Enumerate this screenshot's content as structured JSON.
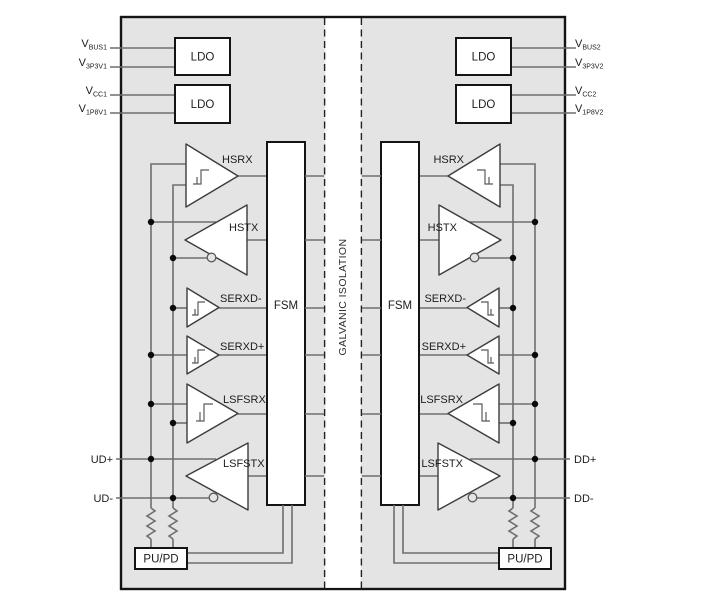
{
  "chip": {
    "isolation_label": "GALVANIC ISOLATION",
    "colors": {
      "chip_fill": "#e4e4e4",
      "wire": "#6e6e6e",
      "outline": "#141414",
      "box_fill": "#ffffff"
    },
    "left": {
      "pins": [
        {
          "main": "V",
          "sub": "BUS1"
        },
        {
          "main": "V",
          "sub": "3P3V1"
        },
        {
          "main": "V",
          "sub": "CC1"
        },
        {
          "main": "V",
          "sub": "1P8V1"
        },
        {
          "label": "UD+"
        },
        {
          "label": "UD-"
        }
      ],
      "ldo1": "LDO",
      "ldo2": "LDO",
      "fsm": "FSM",
      "pupd": "PU/PD",
      "buffers": {
        "hsrx": "HSRX",
        "hstx": "HSTX",
        "serxdm": "SERXD-",
        "serxdp": "SERXD+",
        "lsfsrx": "LSFSRX",
        "lsfstx": "LSFSTX"
      }
    },
    "right": {
      "pins": [
        {
          "main": "V",
          "sub": "BUS2"
        },
        {
          "main": "V",
          "sub": "3P3V2"
        },
        {
          "main": "V",
          "sub": "CC2"
        },
        {
          "main": "V",
          "sub": "1P8V2"
        },
        {
          "label": "DD+"
        },
        {
          "label": "DD-"
        }
      ],
      "ldo1": "LDO",
      "ldo2": "LDO",
      "fsm": "FSM",
      "pupd": "PU/PD",
      "buffers": {
        "hsrx": "HSRX",
        "hstx": "HSTX",
        "serxdm": "SERXD-",
        "serxdp": "SERXD+",
        "lsfsrx": "LSFSRX",
        "lsfstx": "LSFSTX"
      }
    }
  }
}
